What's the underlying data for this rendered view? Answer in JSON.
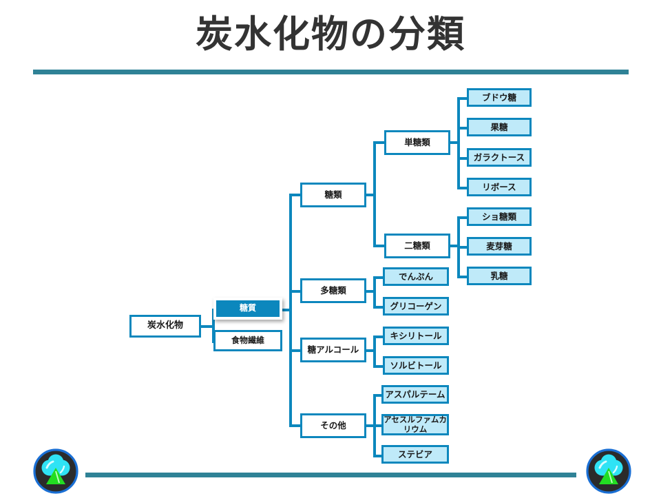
{
  "slide": {
    "title": "炭水化物の分類",
    "title_color": "#333333",
    "rule_color": "#2f8296",
    "background": "#ffffff"
  },
  "palette": {
    "node_border": "#0c87bd",
    "leaf_fill": "#bfeaf9",
    "highlight_fill": "#0c87bd",
    "highlight_text": "#ffffff",
    "connector": "#0c87bd",
    "logo_ring": "#1a6fd4",
    "logo_disc": "#2b2b2b",
    "logo_cloud": "#2fe3f5",
    "logo_trunk": "#22dd22"
  },
  "logos": [
    {
      "name": "tree-logo-left"
    },
    {
      "name": "tree-logo-right"
    }
  ],
  "diagram": {
    "type": "tree",
    "root": {
      "label": "炭水化物"
    },
    "level1": [
      {
        "label": "糖質",
        "highlighted": true
      },
      {
        "label": "食物繊維",
        "highlighted": false
      }
    ],
    "level2": [
      {
        "label": "糖類"
      },
      {
        "label": "多糖類"
      },
      {
        "label": "糖アルコール"
      },
      {
        "label": "その他"
      }
    ],
    "level3": [
      {
        "label": "単糖類"
      },
      {
        "label": "二糖類"
      }
    ],
    "leaves": {
      "monosaccharides": [
        "ブドウ糖",
        "果糖",
        "ガラクトース",
        "リボース"
      ],
      "disaccharides": [
        "ショ糖類",
        "麦芽糖",
        "乳糖"
      ],
      "polysaccharides": [
        "でんぷん",
        "グリコーゲン"
      ],
      "sugar_alcohols": [
        "キシリトール",
        "ソルビトール"
      ],
      "others": [
        "アスパルテーム",
        "アセスルファムカリウム",
        "ステビア"
      ]
    }
  }
}
